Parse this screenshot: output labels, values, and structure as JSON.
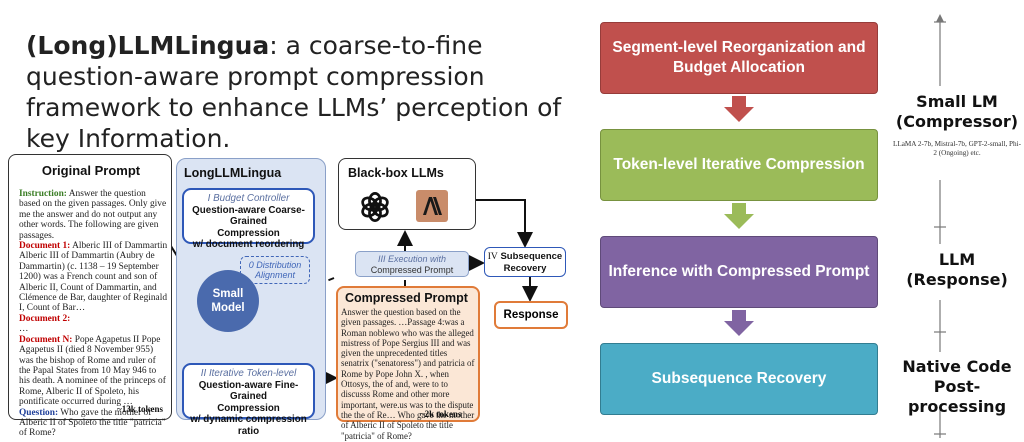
{
  "headline": {
    "bold": "(Long)LLMLingua",
    "rest": ": a coarse-to-fine question-aware prompt compression framework to enhance LLMs’ perception of key Information."
  },
  "original_prompt": {
    "title": "Original Prompt",
    "instruction_label": "Instruction:",
    "instruction_text": " Answer the question based on the given passages. Only give me the answer and do not output any other words. The following are given passages.",
    "doc1_label": "Document 1:",
    "doc1_text": " Alberic III of Dammartin Alberic III of Dammartin (Aubry de Dammartin) (c. 1138 – 19 September 1200) was a French count and son of Alberic II, Count of Dammartin, and Clémence de Bar, daughter of Reginald I, Count of Bar…",
    "doc2_label": "Document 2:",
    "ellipsis": "…",
    "docN_label": "Document N:",
    "docN_text": " Pope Agapetus II Pope Agapetus II (died 8 November 955) was the bishop of Rome and ruler of the Papal States from 10 May 946 to his death. A nominee of the princeps of Rome, Alberic II of Spoleto, his pontificate occurred during …",
    "question_label": "Question:",
    "question_text": " Who gave the mother of Alberic II of Spoleto the title \"patricia\" of Rome?",
    "tokens": "~13k tokens"
  },
  "longllmlingua": {
    "title": "LongLLMLingua",
    "budget": {
      "num": "I",
      "role": "Budget Controller",
      "l1": "Question-aware Coarse-Grained",
      "l2": "Compression",
      "l3": "w/ document reordering"
    },
    "distribution": {
      "num": "0",
      "l1": "Distribution",
      "l2": "Alignment"
    },
    "small_model": {
      "l1": "Small",
      "l2": "Model"
    },
    "iterative": {
      "num": "II",
      "role": "Iterative Token-level",
      "l1": "Question-aware Fine-Grained",
      "l2": "Compression",
      "l3": "w/ dynamic compression ratio"
    }
  },
  "blackbox": {
    "title": "Black-box LLMs"
  },
  "execution": {
    "num": "III",
    "l1": "Execution with",
    "l2": "Compressed Prompt"
  },
  "subsequence": {
    "num": "IV",
    "l1": "Subsequence",
    "l2": "Recovery"
  },
  "compressed_prompt": {
    "title": "Compressed Prompt",
    "text": "Answer the question based on the given passages. …Passage 4:was a Roman noblewo who was the alleged mistress of Pope Sergius III and was given the unprecedented titles senatrix (\"senatoress\") and patricia of Rome by Pope John X. , when Ottosys, the of and, were to to discusss Rome and other more important, were.us was to the dispute the the of Re… Who gave the mother of Alberic II of Spoleto the title \"patricia\" of Rome?",
    "tokens": "~2k tokens"
  },
  "response": "Response",
  "stages": {
    "s1": "Segment-level Reorganization and Budget Allocation",
    "s2": "Token-level Iterative Compression",
    "s3": "Inference with Compressed Prompt",
    "s4": "Subsequence Recovery"
  },
  "side_labels": {
    "small_lm": "Small LM",
    "compressor": "(Compressor)",
    "models": "LLaMA 2-7b, Mistral-7b, GPT-2-small, Phi-2 (Ongoing) etc.",
    "llm": "LLM",
    "response": "(Response)",
    "native": "Native Code",
    "post": "Post-processing"
  },
  "colors": {
    "stage1": "#c0504d",
    "stage2": "#9bbb59",
    "stage3": "#8064a2",
    "stage4": "#4bacc6",
    "accent_blue": "#2e58b8",
    "accent_orange": "#e07b39"
  },
  "icons": [
    "openai-icon",
    "anthropic-icon"
  ]
}
